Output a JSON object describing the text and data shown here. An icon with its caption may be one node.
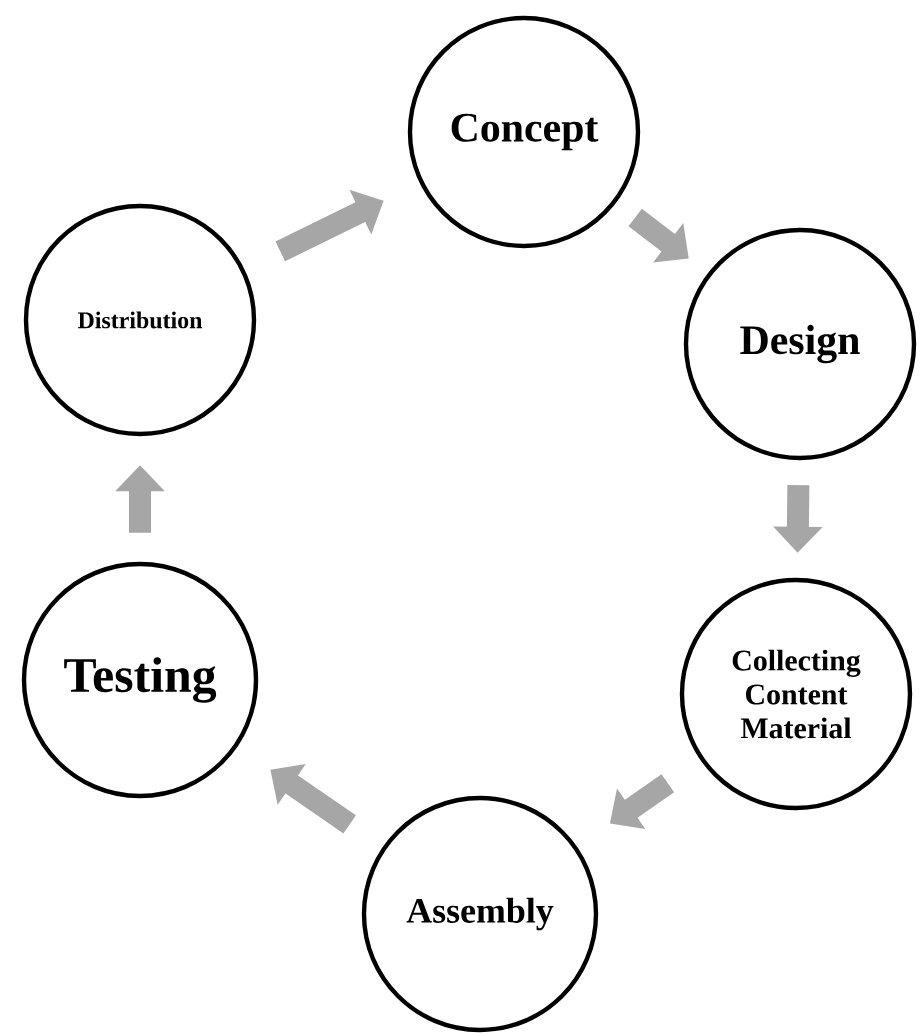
{
  "diagram": {
    "nodes": [
      {
        "text": [
          "Concept"
        ]
      },
      {
        "text": [
          "Design"
        ]
      },
      {
        "text": [
          "Collecting Content Material"
        ]
      },
      {
        "text": [
          "Assembly"
        ]
      },
      {
        "text": [
          "Testing"
        ]
      },
      {
        "text": [
          "Distribution"
        ]
      }
    ],
    "edges": [
      {
        "from": 0,
        "to": 1,
        "arrow": "to"
      },
      {
        "from": 1,
        "to": 2,
        "arrow": "to"
      },
      {
        "from": 2,
        "to": 3,
        "arrow": "to"
      },
      {
        "from": 3,
        "to": 4,
        "arrow": "to"
      },
      {
        "from": 4,
        "to": 5,
        "arrow": "to"
      },
      {
        "from": 5,
        "to": 0,
        "arrow": "to"
      }
    ]
  }
}
